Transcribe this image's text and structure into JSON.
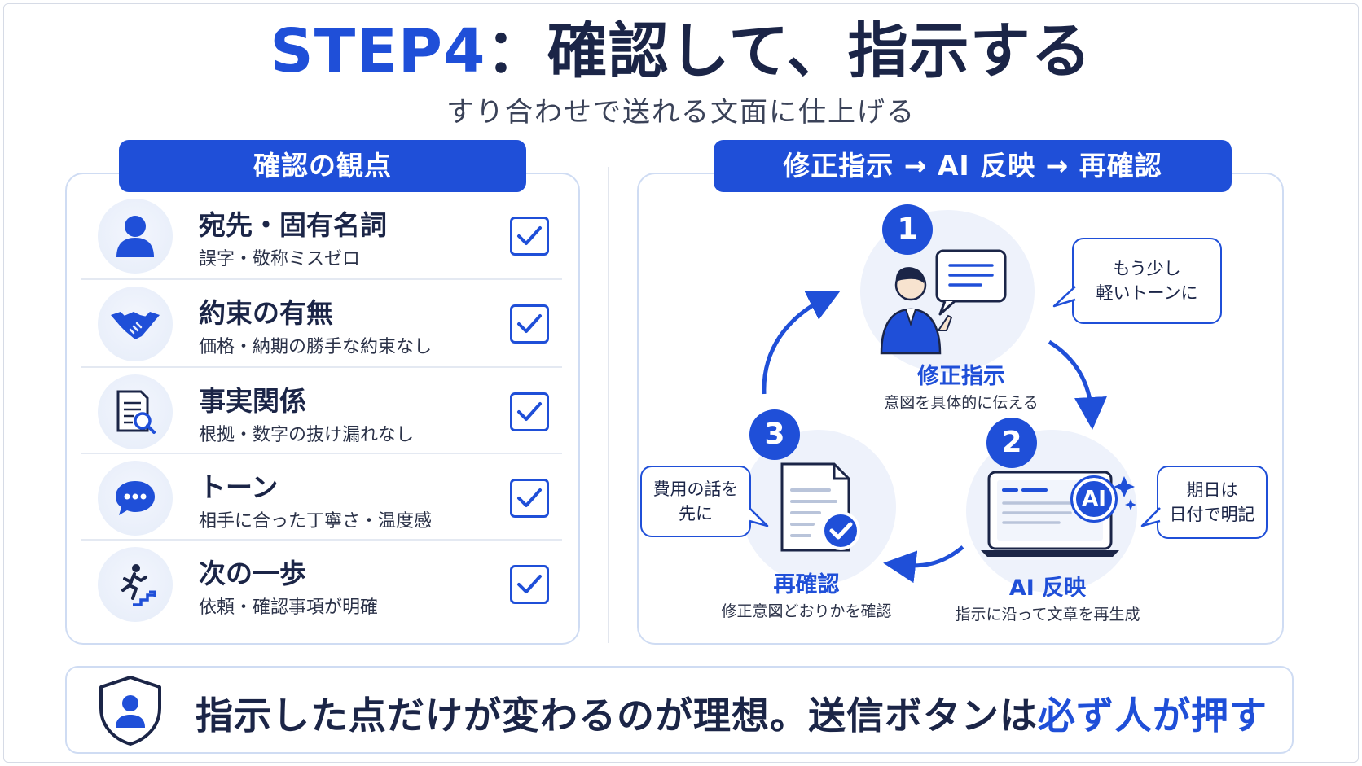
{
  "header": {
    "title_step": "STEP4",
    "title_rest": "：確認して、指示する",
    "subtitle": "すり合わせで送れる文面に仕上げる"
  },
  "left_panel": {
    "tab_label": "確認の観点",
    "items": [
      {
        "title": "宛先・固有名詞",
        "desc": "誤字・敬称ミスゼロ",
        "icon": "person-icon",
        "checked": true
      },
      {
        "title": "約束の有無",
        "desc": "価格・納期の勝手な約束なし",
        "icon": "handshake-icon",
        "checked": true
      },
      {
        "title": "事実関係",
        "desc": "根拠・数字の抜け漏れなし",
        "icon": "document-search-icon",
        "checked": true
      },
      {
        "title": "トーン",
        "desc": "相手に合った丁寧さ・温度感",
        "icon": "chat-bubble-icon",
        "checked": true
      },
      {
        "title": "次の一歩",
        "desc": "依頼・確認事項が明確",
        "icon": "running-stairs-icon",
        "checked": true
      }
    ]
  },
  "right_panel": {
    "tab_label": "修正指示 → AI 反映 → 再確認",
    "steps": [
      {
        "number": "1",
        "label": "修正指示",
        "desc": "意図を具体的に伝える",
        "bubble": [
          "もう少し",
          "軽いトーンに"
        ]
      },
      {
        "number": "2",
        "label": "AI 反映",
        "desc": "指示に沿って文章を再生成",
        "bubble": [
          "期日は",
          "日付で明記"
        ],
        "badge": "AI"
      },
      {
        "number": "3",
        "label": "再確認",
        "desc": "修正意図どおりかを確認",
        "bubble": [
          "費用の話を",
          "先に"
        ]
      }
    ]
  },
  "footer": {
    "text_main": "指示した点だけが変わるのが理想。送信ボタンは",
    "text_highlight": "必ず人が押す"
  },
  "colors": {
    "accent": "#1f4fd8",
    "text": "#1b2547",
    "soft": "#eef2fb",
    "border": "#cfdcf3"
  }
}
